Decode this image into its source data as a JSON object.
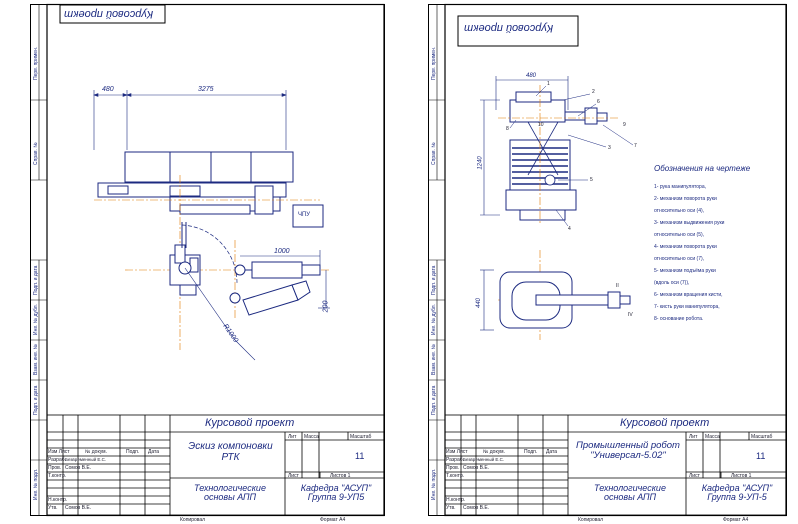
{
  "sheet_left": {
    "corner_stamp": "Курсовой проект",
    "side_labels": [
      "Перв. примен.",
      "Справ. №",
      "Подп. и дата",
      "Инв. № дубл.",
      "Взам. инв. №",
      "Подп. и дата",
      "Инв. № подл."
    ],
    "dimensions": {
      "d480": "480",
      "d3275": "3275",
      "d1000": "1000",
      "d200": "200",
      "r1000": "R1000"
    },
    "callout": "ЧПУ",
    "title_block": {
      "project": "Курсовой проект",
      "doc_title": "Эскиз компоновки РТК",
      "subject": "Технологические основы АПП",
      "dept": "Кафедра \"АСУП\" Группа 9-УП5",
      "sheet_number": "11",
      "col_lit": "Лит",
      "col_mass": "Масса",
      "col_scale": "Масштаб",
      "col_sheet": "Лист",
      "col_sheets": "Листов 1",
      "row_labels": [
        "Изм Лист",
        "Разраб.",
        "Пров.",
        "Т.контр.",
        "Н.контр.",
        "Утв."
      ],
      "col_doc": "№ докум.",
      "col_sign": "Подп.",
      "col_date": "Дата",
      "developer": "Безвременный Е.С.",
      "checker": "Сомов В.Е.",
      "approver": "Сомов В.Е."
    },
    "footer": {
      "copied": "Копировал",
      "format": "Формат А4"
    }
  },
  "sheet_right": {
    "corner_stamp": "Курсовой проект",
    "side_labels": [
      "Перв. примен.",
      "Справ. №",
      "Подп. и дата",
      "Инв. № дубл.",
      "Взам. инв. №",
      "Подп. и дата",
      "Инв. № подл."
    ],
    "dimensions": {
      "d480": "480",
      "d1240": "1240",
      "d440": "440"
    },
    "part_numbers": [
      "1",
      "2",
      "3",
      "4",
      "5",
      "6",
      "7",
      "8",
      "9",
      "10"
    ],
    "legend": {
      "title": "Обозначения на чертеже",
      "items": [
        "1- рука манипулятора,",
        "2- механизм поворота руки",
        "относительно оси (4),",
        "3- механизм выдвижения руки",
        "относительно оси (5),",
        "4- механизм поворота руки",
        "относительно оси (7),",
        "5- механизм подъёма руки",
        "(вдоль оси (7)),",
        "6- механизм вращения кисти,",
        "7- кисть руки манипулятора,",
        "8- основание робота."
      ]
    },
    "axis_labels": [
      "II",
      "IV"
    ],
    "title_block": {
      "project": "Курсовой проект",
      "doc_title": "Промышленный робот \"Универсал-5.02\"",
      "subject": "Технологические основы АПП",
      "dept": "Кафедра \"АСУП\" Группа 9-УП-5",
      "sheet_number": "11",
      "col_lit": "Лит",
      "col_mass": "Масса",
      "col_scale": "Масштаб",
      "col_sheet": "Лист",
      "col_sheets": "Листов 1",
      "row_labels": [
        "Изм Лист",
        "Разраб.",
        "Пров.",
        "Т.контр.",
        "Н.контр.",
        "Утв."
      ],
      "col_doc": "№ докум.",
      "col_sign": "Подп.",
      "col_date": "Дата",
      "developer": "Безвременный Е.С.",
      "checker": "Сомов В.Е.",
      "approver": "Сомов В.Е."
    },
    "footer": {
      "copied": "Копировал",
      "format": "Формат А4"
    }
  },
  "colors": {
    "ink": "#1c2a80",
    "axis": "#e07a00",
    "paper": "#ffffff",
    "frame": "#000000"
  }
}
